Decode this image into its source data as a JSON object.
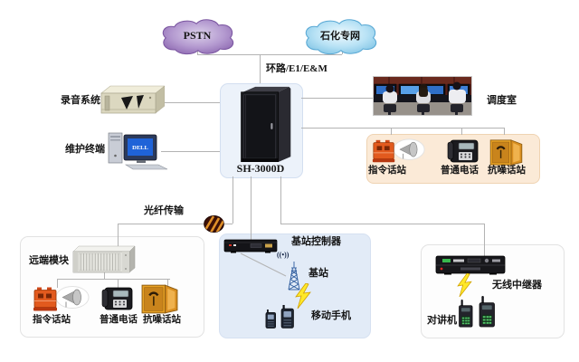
{
  "diagram": {
    "clouds": {
      "pstn": "PSTN",
      "petro_network": "石化专网"
    },
    "trunk_link_label": "环路/E1/E&M",
    "recorder_label": "录音系统",
    "terminal_label": "维护终端",
    "terminal_brand": "DELL",
    "cabinet_label": "SH-3000D",
    "dispatch_room_label": "调度室",
    "fiber_label": "光纤传输",
    "station_phones": {
      "command": "指令话站",
      "ordinary": "普通电话",
      "noise": "抗噪话站"
    },
    "remote_module": {
      "title": "远端模块",
      "command": "指令话站",
      "ordinary": "普通电话",
      "noise": "抗噪话站"
    },
    "base_station": {
      "controller": "基站控制器",
      "station": "基站",
      "antenna_glyph": "((•))",
      "mobile": "移动手机"
    },
    "wireless": {
      "repeater": "无线中继器",
      "walkie": "对讲机"
    }
  },
  "colors": {
    "pstn_cloud": "#8a64ae",
    "petro_cloud": "#7cc2e4",
    "connector": "#b3b3b3",
    "cabinet_box_bg": "#ecf2fa",
    "phones_box_bg": "#fbead7",
    "base_box_bg": "#e2ebf7",
    "white_box_bg": "#fdfdfd",
    "command_station_orange": "#e25a1e",
    "noise_cabinet_yellow": "#e8a224",
    "lightning_yellow": "#ffe82a"
  }
}
